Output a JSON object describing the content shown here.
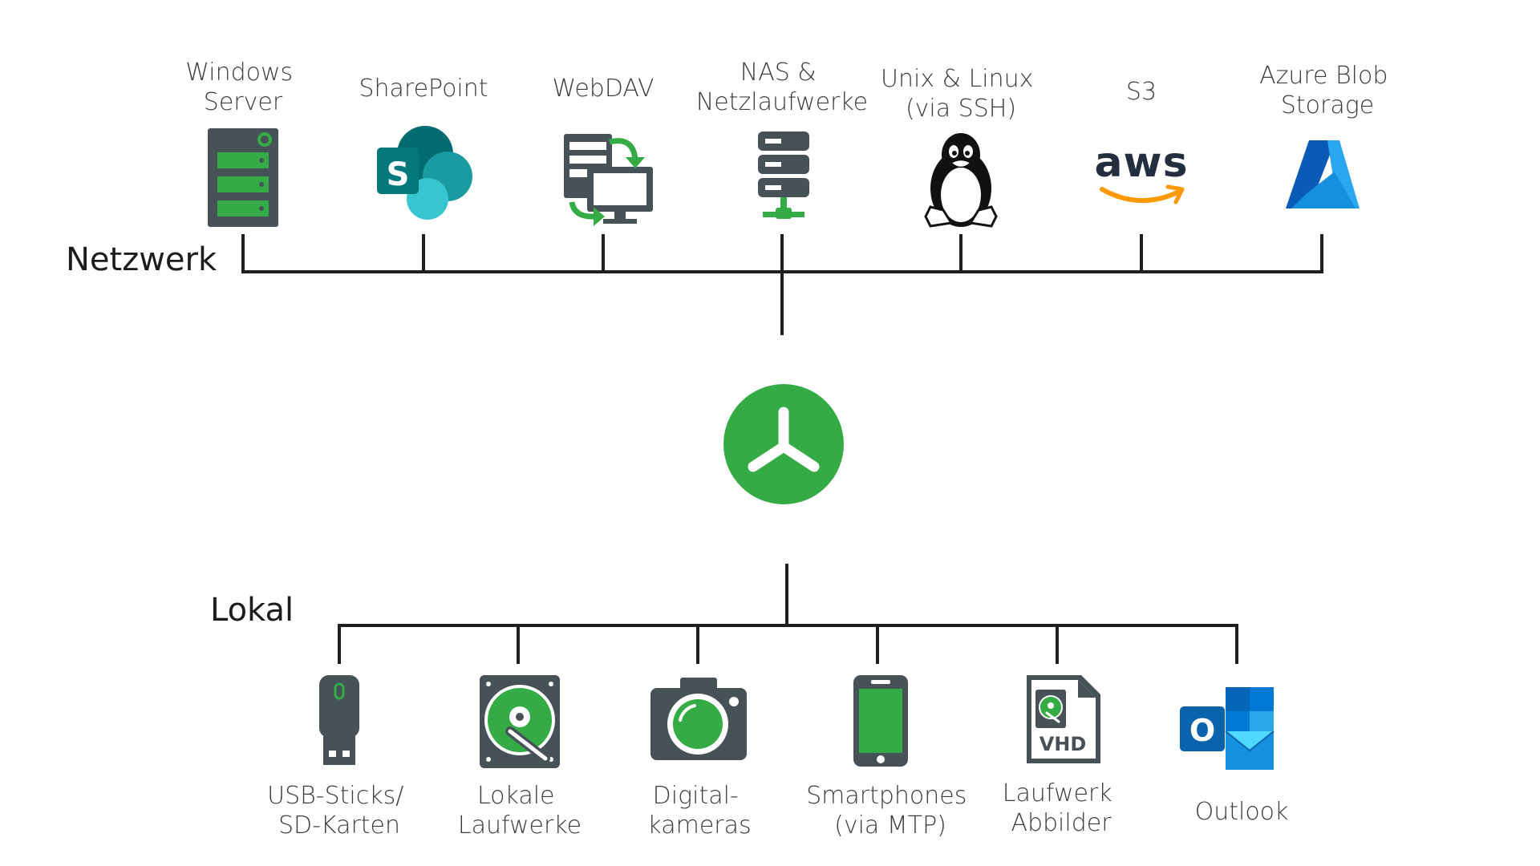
{
  "groups": {
    "network": "Netzwerk",
    "local": "Lokal"
  },
  "network_items": [
    {
      "id": "windows-server",
      "lines": [
        "Windows",
        "Server"
      ],
      "icon": "server-rack-icon"
    },
    {
      "id": "sharepoint",
      "lines": [
        "SharePoint"
      ],
      "icon": "sharepoint-logo-icon"
    },
    {
      "id": "webdav",
      "lines": [
        "WebDAV"
      ],
      "icon": "webdav-sync-icon"
    },
    {
      "id": "nas",
      "lines": [
        "NAS &",
        "Netzlaufwerke"
      ],
      "icon": "nas-icon"
    },
    {
      "id": "unix-linux",
      "lines": [
        "Unix & Linux",
        "(via SSH)"
      ],
      "icon": "linux-tux-icon"
    },
    {
      "id": "s3",
      "lines": [
        "S3"
      ],
      "icon": "aws-logo-icon"
    },
    {
      "id": "azure-blob",
      "lines": [
        "Azure Blob",
        "Storage"
      ],
      "icon": "azure-logo-icon"
    }
  ],
  "local_items": [
    {
      "id": "usb",
      "lines": [
        "USB-Sticks/",
        "SD-Karten"
      ],
      "icon": "usb-stick-icon"
    },
    {
      "id": "local-drives",
      "lines": [
        "Lokale",
        "Laufwerke"
      ],
      "icon": "hard-drive-icon"
    },
    {
      "id": "cameras",
      "lines": [
        "Digital-",
        "kameras"
      ],
      "icon": "camera-icon"
    },
    {
      "id": "smartphones",
      "lines": [
        "Smartphones",
        "(via MTP)"
      ],
      "icon": "smartphone-icon"
    },
    {
      "id": "drive-images",
      "lines": [
        "Laufwerk",
        "Abbilder"
      ],
      "icon": "vhd-file-icon"
    },
    {
      "id": "outlook",
      "lines": [
        "Outlook"
      ],
      "icon": "outlook-logo-icon"
    }
  ],
  "icon_texts": {
    "sharepoint": "S",
    "aws": "aws",
    "vhd": "VHD",
    "outlook": "O"
  },
  "colors": {
    "brand_green": "#34ab44",
    "icon_dark": "#465258",
    "line": "#1f1f1f",
    "aws_orange": "#ff9900",
    "sharepoint_teal": "#038387",
    "azure_blue": "#0078d4",
    "outlook_blue": "#0a64ad"
  }
}
